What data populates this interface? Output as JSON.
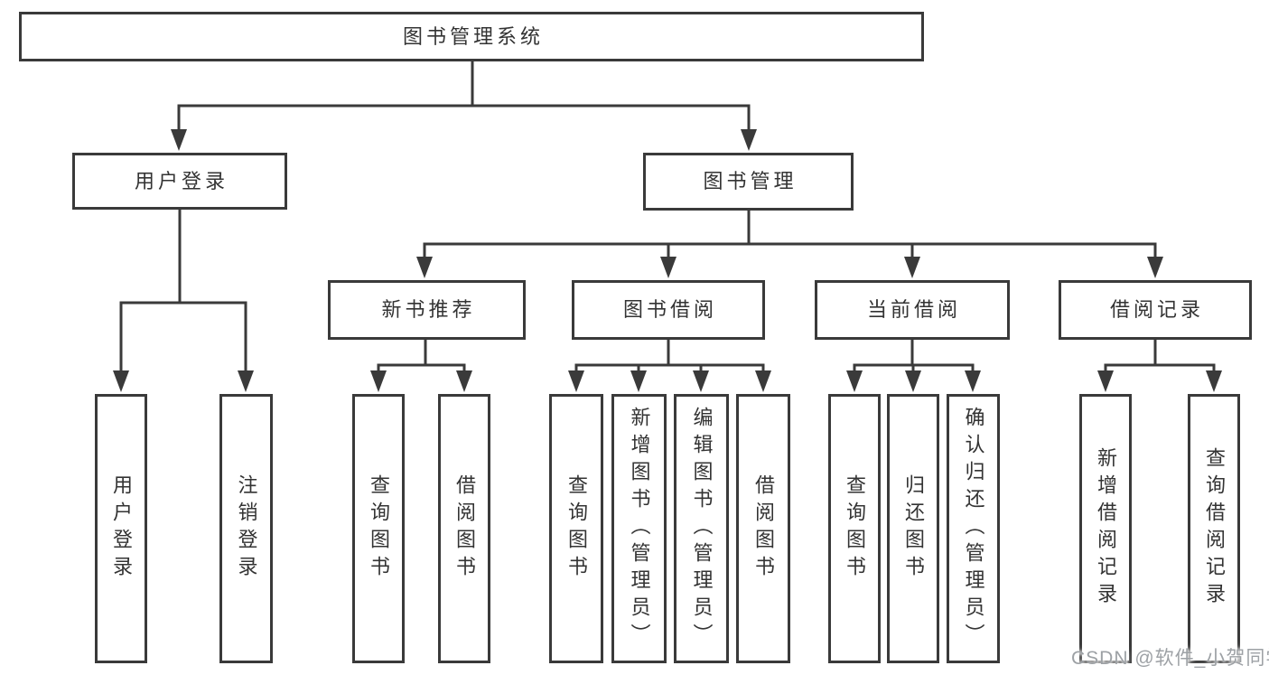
{
  "diagram_type": "hierarchy-tree",
  "colors": {
    "line": "#3a3a3a",
    "box_border": "#3a3a3a",
    "box_background": "#ffffff",
    "text": "#333333",
    "watermark": "#9da1a5"
  },
  "watermark": "CSDN @软件_小贺同学",
  "tree": {
    "label": "图书管理系统",
    "children": [
      {
        "label": "用户登录",
        "children": [
          {
            "label": "用户登录"
          },
          {
            "label": "注销登录"
          }
        ]
      },
      {
        "label": "图书管理",
        "children": [
          {
            "label": "新书推荐",
            "children": [
              {
                "label": "查询图书"
              },
              {
                "label": "借阅图书"
              }
            ]
          },
          {
            "label": "图书借阅",
            "children": [
              {
                "label": "查询图书"
              },
              {
                "label": "新增图书（管理员）"
              },
              {
                "label": "编辑图书（管理员）"
              },
              {
                "label": "借阅图书"
              }
            ]
          },
          {
            "label": "当前借阅",
            "children": [
              {
                "label": "查询图书"
              },
              {
                "label": "归还图书"
              },
              {
                "label": "确认归还（管理员）"
              }
            ]
          },
          {
            "label": "借阅记录",
            "children": [
              {
                "label": "新增借阅记录"
              },
              {
                "label": "查询借阅记录"
              }
            ]
          }
        ]
      }
    ]
  }
}
